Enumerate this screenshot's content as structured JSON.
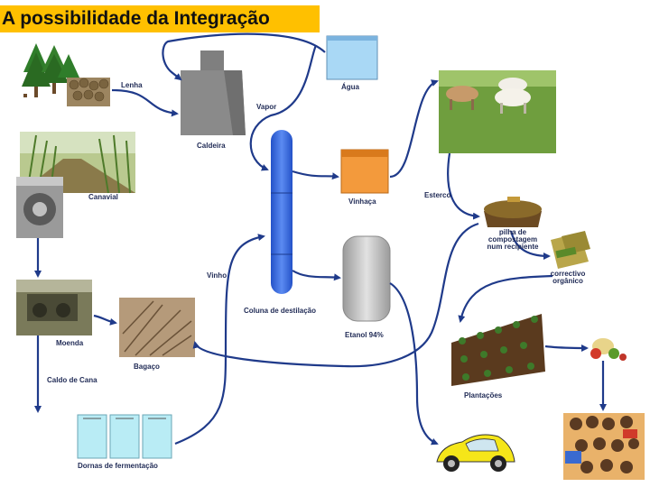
{
  "title": "A possibilidade da Integração",
  "labels": {
    "lenha": "Lenha",
    "agua": "Água",
    "vapor": "Vapor",
    "caldeira": "Caldeira",
    "canavial": "Canavial",
    "vinhaca": "Vinhaça",
    "esterco": "Esterco",
    "pilha": "pilha de compostagem num recipiente",
    "vinho": "Vinho",
    "correctivo": "correctivo orgânico",
    "coluna": "Coluna de destilação",
    "etanol": "Etanol 94%",
    "moenda": "Moenda",
    "bagaco": "Bagaço",
    "plantacoes": "Plantações",
    "caldo": "Caldo de Cana",
    "dornas": "Dornas de fermentação"
  },
  "colors": {
    "title_bg": "#ffc000",
    "arrow": "#1f3a8a",
    "column": "#3d6fe0",
    "water": "#a9d8f5",
    "vinhaca": "#f39a3c",
    "ethanol": "#c8c8c8",
    "boiler": "#8a8a8a",
    "fermenter": "#b9ecf5",
    "car": "#f5e619"
  }
}
